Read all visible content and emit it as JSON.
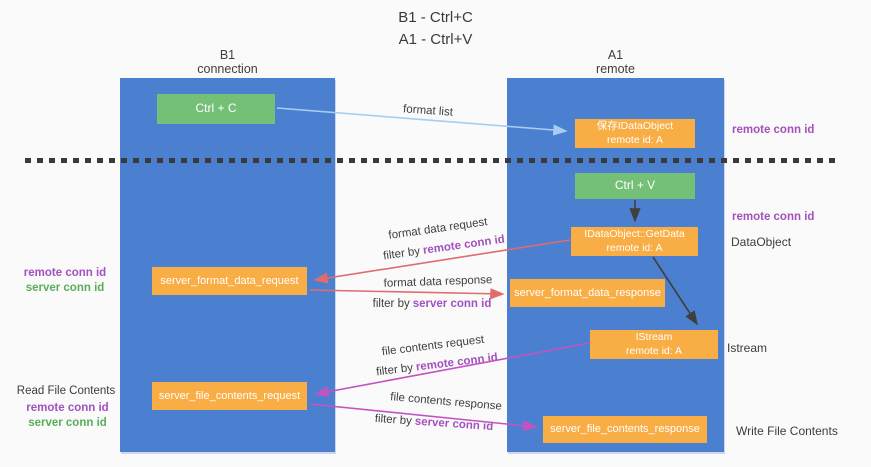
{
  "title": {
    "line1": "B1 - Ctrl+C",
    "line2": "A1 - Ctrl+V"
  },
  "lanes": {
    "b1": {
      "name": "B1",
      "role": "connection"
    },
    "a1": {
      "name": "A1",
      "role": "remote"
    }
  },
  "boxes": {
    "ctrl_c": {
      "label": "Ctrl + C"
    },
    "ctrl_v": {
      "label": "Ctrl + V"
    },
    "save_dataobject": {
      "line1": "保存IDataObject",
      "line2": "remote id: A"
    },
    "getdata": {
      "line1": "IDataObject::GetData",
      "line2": "remote id: A"
    },
    "istream": {
      "line1": "IStream",
      "line2": "remote id: A"
    },
    "format_request": {
      "label": "server_format_data_request"
    },
    "format_response": {
      "label": "server_format_data_response"
    },
    "file_request": {
      "label": "server_file_contents_request"
    },
    "file_response": {
      "label": "server_file_contents_response"
    }
  },
  "side_labels": {
    "right_remote_conn_top": "remote conn id",
    "right_remote_conn_mid": "remote conn id",
    "dataobject": "DataObject",
    "istream": "Istream",
    "write_file_contents": "Write File Contents",
    "left_remote_conn_mid": "remote conn id",
    "left_server_conn_mid": "server conn id",
    "read_file_contents": "Read File Contents",
    "left_remote_conn_bottom": "remote conn id",
    "left_server_conn_bottom": "server conn id"
  },
  "arrow_labels": {
    "format_list": "format list",
    "format_data_request": "format data request",
    "filter_remote_1": {
      "prefix": "filter by",
      "key": "remote conn id"
    },
    "format_data_response": "format data response",
    "filter_server_1": {
      "prefix": "filter by",
      "key": "server conn id"
    },
    "file_contents_request": "file contents request",
    "filter_remote_2": {
      "prefix": "filter by",
      "key": "remote conn id"
    },
    "file_contents_response": "file contents response",
    "filter_server_2": {
      "prefix": "filter by",
      "key": "server conn id"
    }
  },
  "colors": {
    "lane_blue": "#4b80d1",
    "green_box": "#74c077",
    "orange_box": "#f8ad45",
    "blue_arrow": "#a6cdf2",
    "red_arrow": "#e06c6c",
    "magenta_arrow": "#c353c3",
    "black_arrow": "#3f3f3f",
    "purple_label": "#a251bd",
    "green_label": "#5aae5a"
  }
}
